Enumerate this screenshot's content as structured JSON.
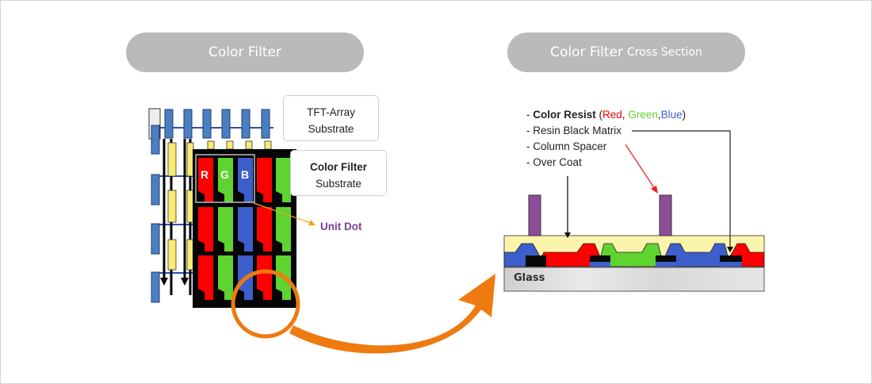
{
  "panels": {
    "left": {
      "title": "Color Filter"
    },
    "right": {
      "title_main": "Color Filter",
      "title_sub": "Cross Section"
    }
  },
  "left_diagram": {
    "callout_tft": {
      "line1": "TFT-Array",
      "line2": "Substrate"
    },
    "callout_cf": {
      "line1": "Color Filter",
      "line2": "Substrate"
    },
    "unit_dot_label": "Unit Dot",
    "rgb_letters": [
      "R",
      "G",
      "B"
    ]
  },
  "right_diagram": {
    "legend": {
      "item1_bold": "Color Resist",
      "item1_open": " (",
      "item1_red": "Red",
      "item1_sep1": ", ",
      "item1_green": "Green",
      "item1_sep2": ",",
      "item1_blue": "Blue",
      "item1_close": ")",
      "item2": "- Resin Black Matrix",
      "item3": "- Column Spacer",
      "item4": "- Over Coat",
      "dash": "- "
    },
    "glass_label": "Glass"
  },
  "colors": {
    "red": "#ff0000",
    "green": "#5fd32f",
    "blue": "#3d5fcc",
    "yellow": "#fff3a6",
    "purple": "#8e4d98",
    "orange": "#ee7a10",
    "unit_dot_text": "#7b3f98",
    "pill": "#bababa"
  }
}
